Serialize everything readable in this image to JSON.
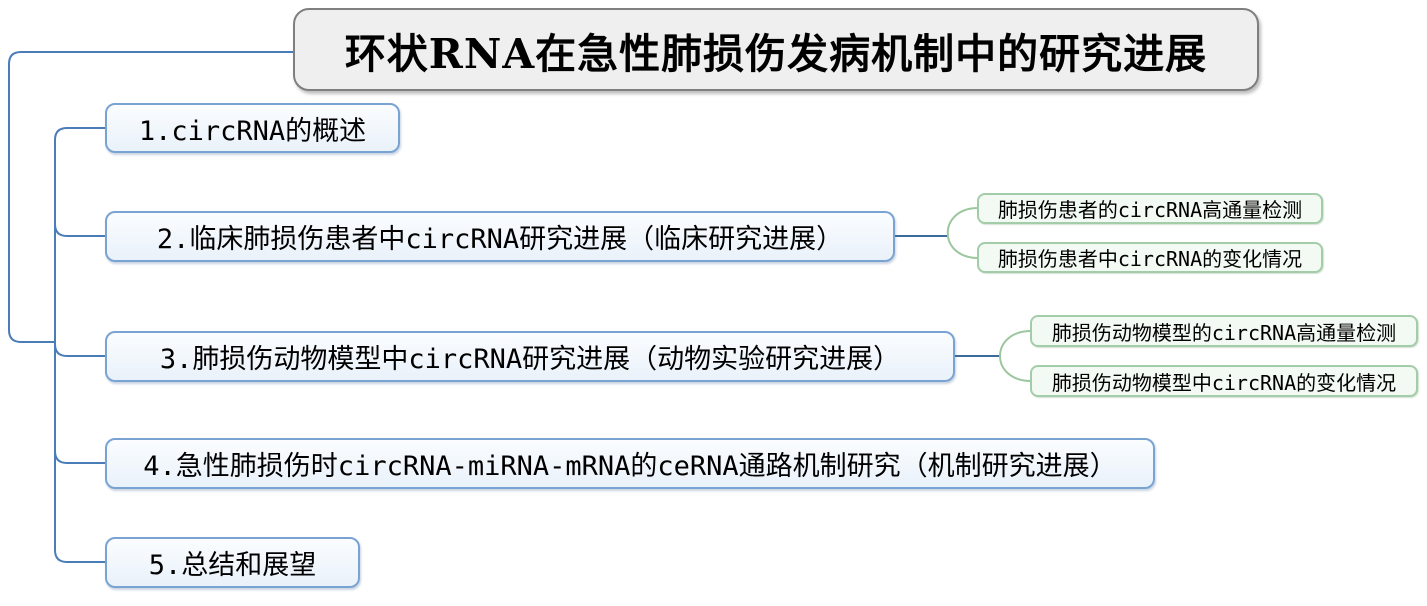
{
  "root": {
    "title": "环状RNA在急性肺损伤发病机制中的研究进展"
  },
  "branches": [
    {
      "label": "1.circRNA的概述",
      "children": []
    },
    {
      "label": "2.临床肺损伤患者中circRNA研究进展（临床研究进展）",
      "children": [
        "肺损伤患者的circRNA高通量检测",
        "肺损伤患者中circRNA的变化情况"
      ]
    },
    {
      "label": "3.肺损伤动物模型中circRNA研究进展（动物实验研究进展）",
      "children": [
        "肺损伤动物模型的circRNA高通量检测",
        "肺损伤动物模型中circRNA的变化情况"
      ]
    },
    {
      "label": "4.急性肺损伤时circRNA-miRNA-mRNA的ceRNA通路机制研究（机制研究进展）",
      "children": []
    },
    {
      "label": "5.总结和展望",
      "children": []
    }
  ],
  "colors": {
    "root_background": "#efefef",
    "root_border": "#7f7f7f",
    "branch_background": "#eff4fb",
    "branch_border": "#79a3d3",
    "child_background": "#f3faf3",
    "child_border": "#a3cda8",
    "line_blue": "#4a7cb8",
    "line_stem_blue": "#3c6a9a",
    "line_green": "#9cc69e"
  }
}
